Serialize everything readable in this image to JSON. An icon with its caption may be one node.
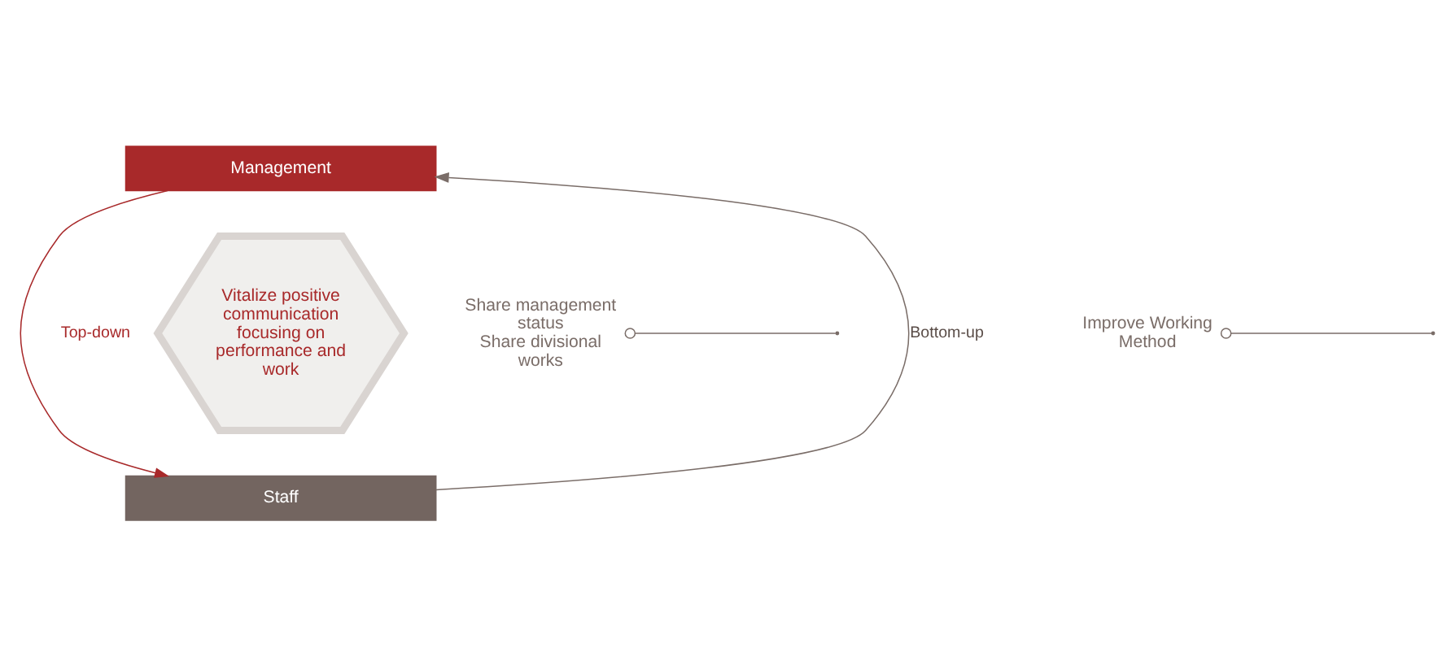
{
  "diagram": {
    "nodes": [
      {
        "text": [
          "Management"
        ]
      },
      {
        "text": [
          "Staff"
        ]
      },
      {
        "text": [
          "Vitalize positive communication focusing on performance and work"
        ]
      },
      {
        "text": [
          "Share management status",
          "Share divisional works"
        ]
      },
      {
        "text": [
          "Improve Working Method"
        ]
      }
    ],
    "edges": [
      {
        "from": 0,
        "to": 1,
        "arrow": "to",
        "label": "Top-down",
        "color": "#a8292a"
      },
      {
        "from": 1,
        "to": 0,
        "arrow": "to",
        "label": "Bottom-up"
      },
      {
        "from": 3,
        "to": null,
        "arrow": "other"
      },
      {
        "from": 4,
        "to": null,
        "arrow": "other"
      }
    ]
  }
}
